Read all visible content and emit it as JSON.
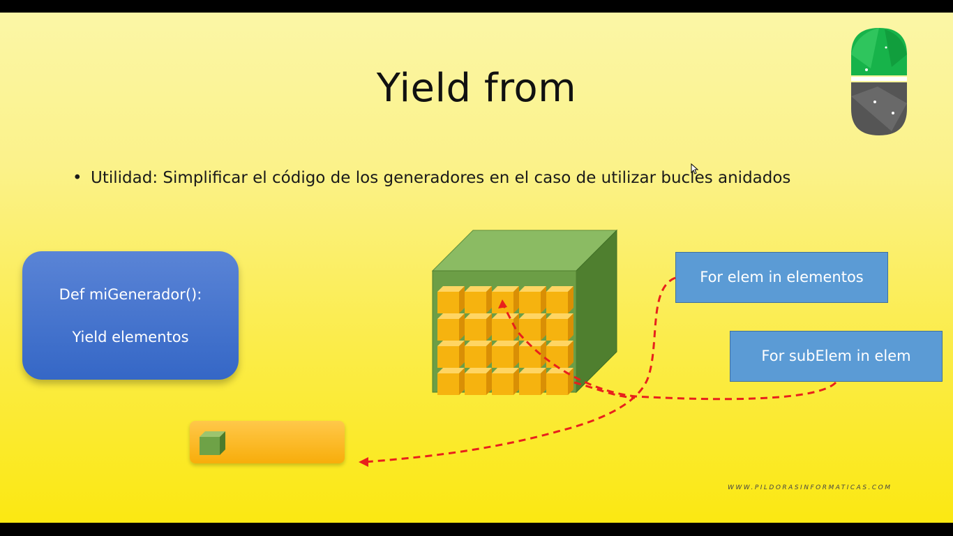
{
  "slide": {
    "title": "Yield from",
    "bullet": "Utilidad: Simplificar el código de los generadores en el caso de utilizar bucles anidados",
    "def_box": {
      "line1": "Def miGenerador():",
      "line2": "Yield elementos"
    },
    "for_box_1": "For elem in elementos",
    "for_box_2": "For subElem in elem",
    "watermark": "WWW.PILDORASINFORMATICAS.COM",
    "cube_grid": {
      "rows": 4,
      "cols": 5
    }
  },
  "colors": {
    "background_top": "#fbf6a6",
    "background_bottom": "#fbe812",
    "def_box": "#3567c6",
    "for_box": "#5b9bd5",
    "cube_green": "#6c9e46",
    "small_cube_orange": "#f6b30f",
    "arrow_red": "#e8201c",
    "logo_green": "#17b34a",
    "logo_gray": "#555555"
  },
  "icons": {
    "logo": "pildoras-logo-icon",
    "cursor": "mouse-cursor-icon"
  }
}
